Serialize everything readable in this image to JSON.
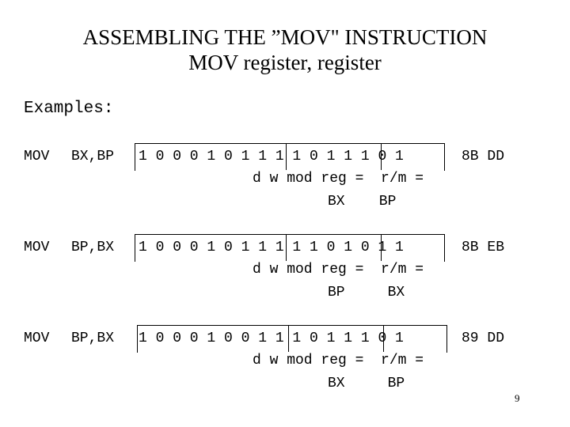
{
  "title_line1": "ASSEMBLING THE ”MOV\" INSTRUCTION",
  "title_line2": "MOV register, register",
  "examples_label": "Examples:",
  "rows": [
    {
      "mnemonic": "MOV",
      "operands": "BX,BP",
      "bits": "1 0 0 0 1 0 1 1 1 1 0 1 1 1 0 1",
      "fields": "d w mod reg =  r/m =",
      "regs": "BX    BP",
      "hex": "8B DD"
    },
    {
      "mnemonic": "MOV",
      "operands": "BP,BX",
      "bits": "1 0 0 0 1 0 1 1 1 1 1 0 1 0 1 1",
      "fields": "d w mod reg =  r/m =",
      "regs": "BP     BX",
      "hex": "8B EB"
    },
    {
      "mnemonic": "MOV",
      "operands": "BP,BX",
      "bits": "1 0 0 0 1 0 0 1 1 1 0 1 1 1 0 1",
      "fields": "d w mod reg =  r/m =",
      "regs": "BX     BP",
      "hex": "89 DD"
    }
  ],
  "page_number": "9"
}
